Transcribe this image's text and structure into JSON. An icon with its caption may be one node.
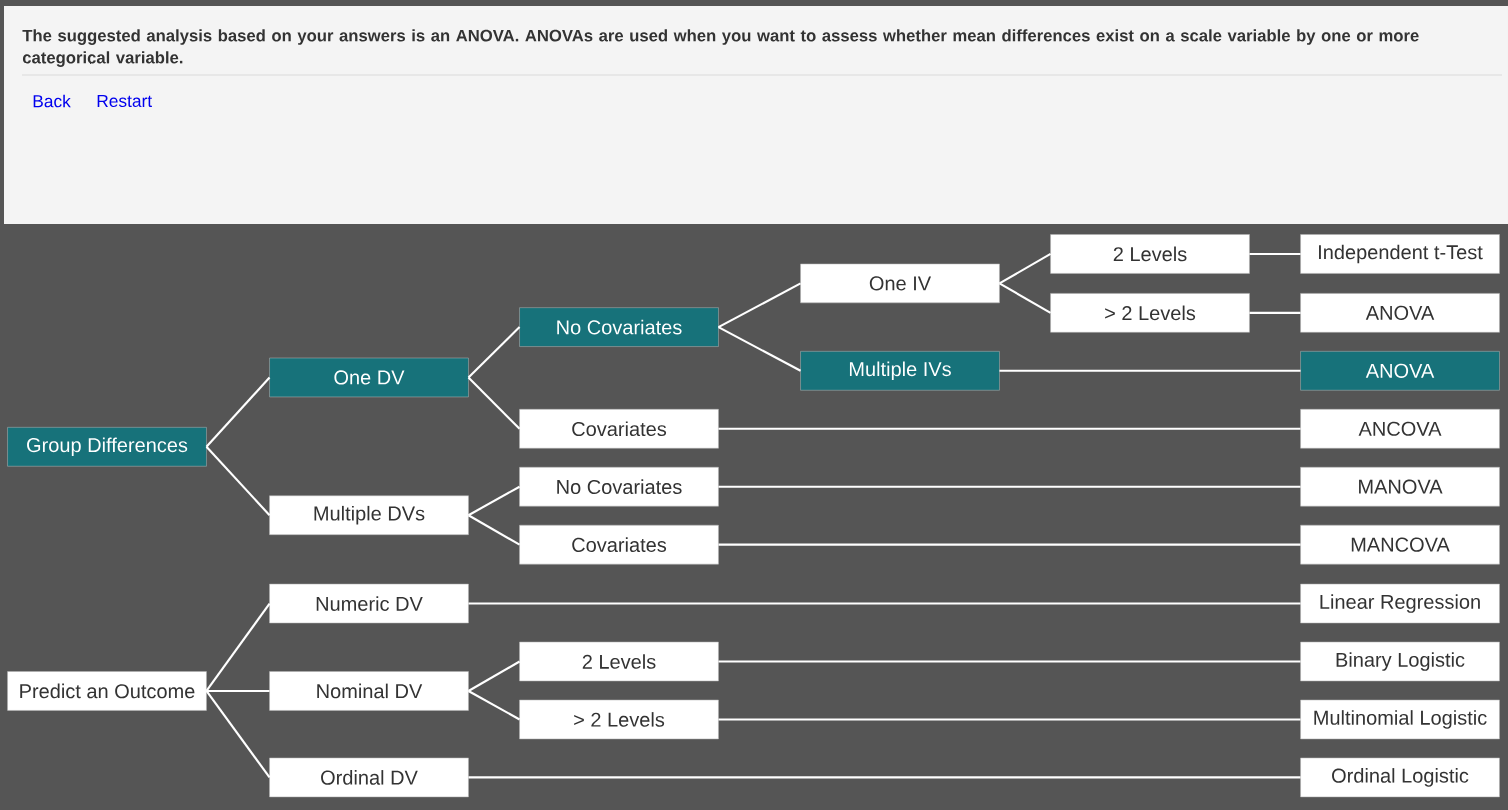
{
  "diagram": {
    "nodes": [
      {
        "text": [
          "Group Differences"
        ]
      },
      {
        "text": [
          "One DV"
        ]
      },
      {
        "text": [
          "Multiple DVs"
        ]
      },
      {
        "text": [
          "No Covariates"
        ]
      },
      {
        "text": [
          "Covariates"
        ]
      },
      {
        "text": [
          "No Covariates"
        ]
      },
      {
        "text": [
          "Covariates"
        ]
      },
      {
        "text": [
          "One IV"
        ]
      },
      {
        "text": [
          "Multiple IVs"
        ]
      },
      {
        "text": [
          "2 Levels"
        ]
      },
      {
        "text": [
          "> 2 Levels"
        ]
      },
      {
        "text": [
          "Independent t-Test"
        ]
      },
      {
        "text": [
          "ANOVA"
        ]
      },
      {
        "text": [
          "ANOVA"
        ]
      },
      {
        "text": [
          "ANCOVA"
        ]
      },
      {
        "text": [
          "MANOVA"
        ]
      },
      {
        "text": [
          "MANCOVA"
        ]
      },
      {
        "text": [
          "Predict an Outcome"
        ]
      },
      {
        "text": [
          "Numeric DV"
        ]
      },
      {
        "text": [
          "Nominal DV"
        ]
      },
      {
        "text": [
          "Ordinal DV"
        ]
      },
      {
        "text": [
          "2 Levels"
        ]
      },
      {
        "text": [
          "> 2 Levels"
        ]
      },
      {
        "text": [
          "Linear Regression"
        ]
      },
      {
        "text": [
          "Binary Logistic"
        ]
      },
      {
        "text": [
          "Multinomial Logistic"
        ]
      },
      {
        "text": [
          "Ordinal Logistic"
        ]
      }
    ],
    "edges": [
      {
        "from": 0,
        "to": 1,
        "arrow": "none"
      },
      {
        "from": 0,
        "to": 2,
        "arrow": "none"
      },
      {
        "from": 1,
        "to": 3,
        "arrow": "none"
      },
      {
        "from": 1,
        "to": 4,
        "arrow": "none"
      },
      {
        "from": 2,
        "to": 5,
        "arrow": "none"
      },
      {
        "from": 2,
        "to": 6,
        "arrow": "none"
      },
      {
        "from": 3,
        "to": 7,
        "arrow": "none"
      },
      {
        "from": 3,
        "to": 8,
        "arrow": "none"
      },
      {
        "from": 7,
        "to": 9,
        "arrow": "none"
      },
      {
        "from": 7,
        "to": 10,
        "arrow": "none"
      },
      {
        "from": 9,
        "to": 11,
        "arrow": "none"
      },
      {
        "from": 10,
        "to": 12,
        "arrow": "none"
      },
      {
        "from": 8,
        "to": 13,
        "arrow": "none"
      },
      {
        "from": 4,
        "to": 14,
        "arrow": "none"
      },
      {
        "from": 5,
        "to": 15,
        "arrow": "none"
      },
      {
        "from": 6,
        "to": 16,
        "arrow": "none"
      },
      {
        "from": 17,
        "to": 18,
        "arrow": "none"
      },
      {
        "from": 17,
        "to": 19,
        "arrow": "none"
      },
      {
        "from": 17,
        "to": 20,
        "arrow": "none"
      },
      {
        "from": 19,
        "to": 21,
        "arrow": "none"
      },
      {
        "from": 19,
        "to": 22,
        "arrow": "none"
      },
      {
        "from": 18,
        "to": 23,
        "arrow": "none"
      },
      {
        "from": 21,
        "to": 24,
        "arrow": "none"
      },
      {
        "from": 22,
        "to": 25,
        "arrow": "none"
      },
      {
        "from": 20,
        "to": 26,
        "arrow": "none"
      }
    ],
    "labels": [
      "The suggested analysis based on your answers is an ANOVA. ANOVAs are used when you want to assess whether mean differences exist on a scale variable by one or more categorical variable.",
      "Back",
      "Restart"
    ]
  }
}
